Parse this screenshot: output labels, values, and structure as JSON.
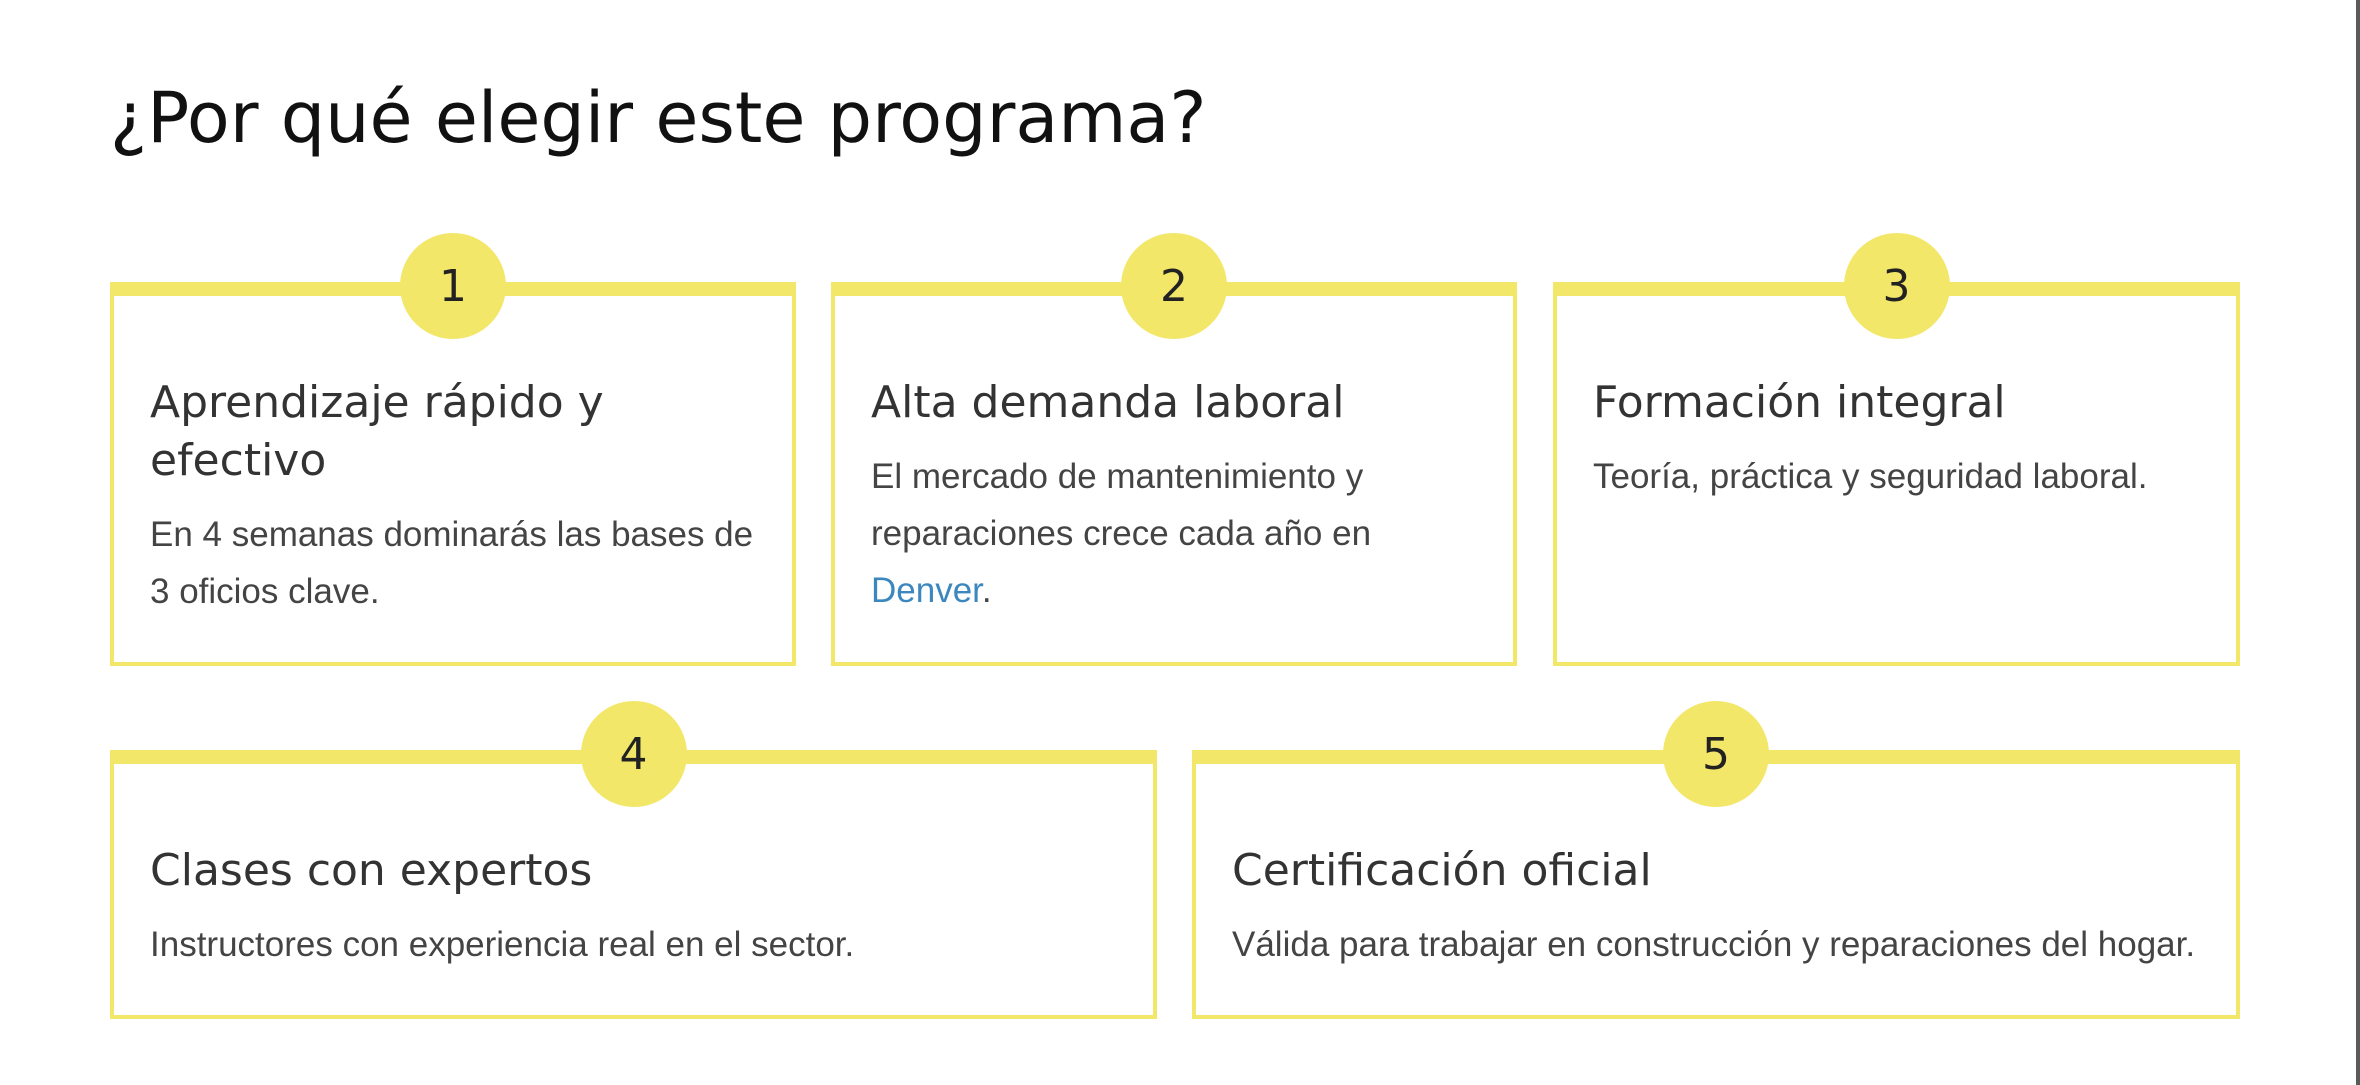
{
  "page": {
    "title": "¿Por qué elegir este programa?"
  },
  "colors": {
    "accent": "#f3e76a",
    "link": "#3d87bf",
    "text": "#333333"
  },
  "cards": [
    {
      "number": "1",
      "title": "Aprendizaje rápido y efectivo",
      "text": "En 4 semanas dominarás las bases de 3 oficios clave."
    },
    {
      "number": "2",
      "title": "Alta demanda laboral",
      "text": "El mercado de mantenimiento y reparaciones crece cada año en ",
      "link_text": "Denver",
      "text_after": "."
    },
    {
      "number": "3",
      "title": "Formación integral",
      "text": "Teoría, práctica y seguridad laboral."
    },
    {
      "number": "4",
      "title": "Clases con expertos",
      "text": "Instructores con experiencia real en el sector."
    },
    {
      "number": "5",
      "title": "Certificación oficial",
      "text": "Válida para trabajar en construcción y reparaciones del hogar."
    }
  ]
}
